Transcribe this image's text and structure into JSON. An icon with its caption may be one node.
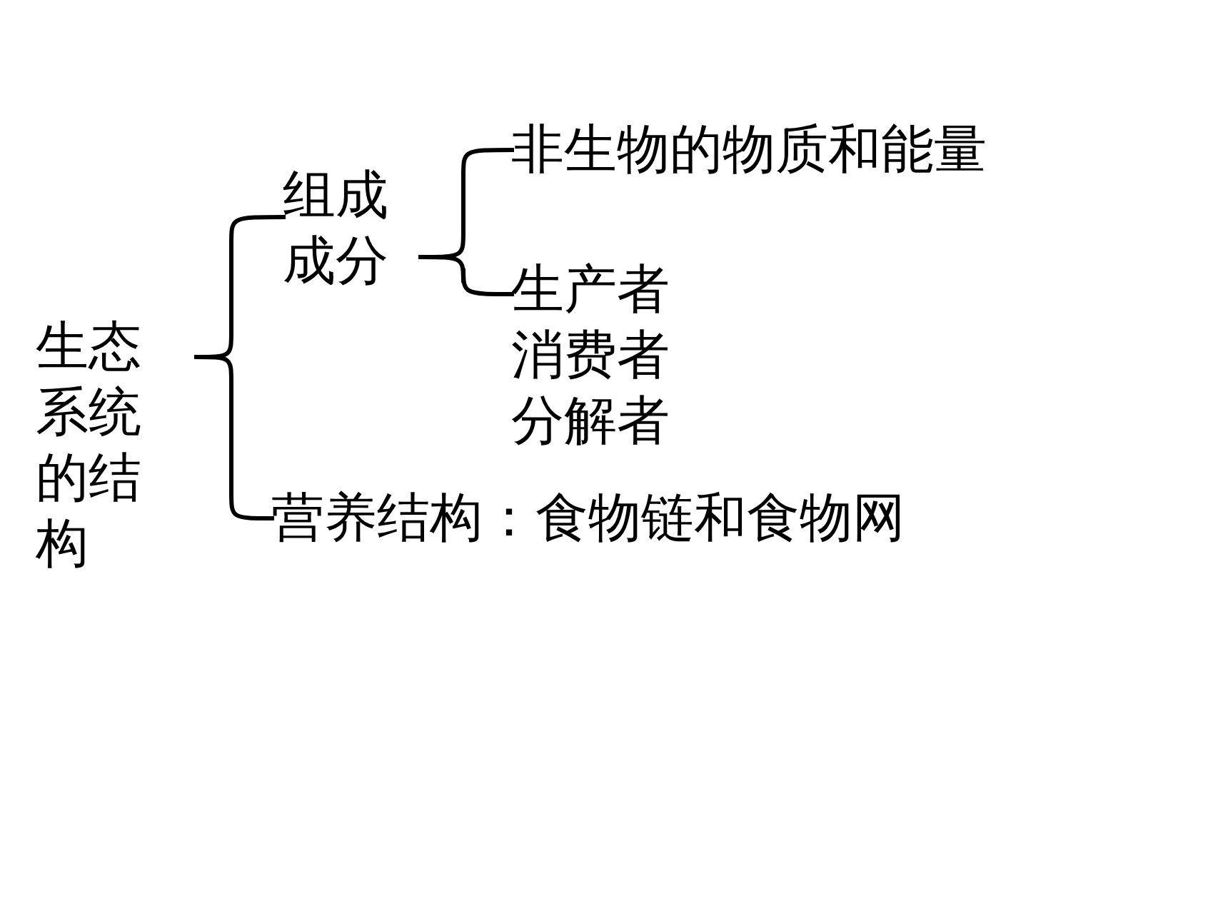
{
  "diagram": {
    "nodes": [
      {
        "text": [
          "生态系统的结构"
        ]
      },
      {
        "text": [
          "组成成分"
        ]
      },
      {
        "text": [
          "营养结构：食物链和食物网"
        ]
      },
      {
        "text": [
          "非生物的物质和能量"
        ]
      },
      {
        "text": [
          "生产者",
          "消费者",
          "分解者"
        ]
      }
    ],
    "edges": [
      {
        "from": 0,
        "to": 1,
        "arrow": "none"
      },
      {
        "from": 0,
        "to": 2,
        "arrow": "none"
      },
      {
        "from": 1,
        "to": 3,
        "arrow": "none"
      },
      {
        "from": 1,
        "to": 4,
        "arrow": "none"
      }
    ]
  }
}
